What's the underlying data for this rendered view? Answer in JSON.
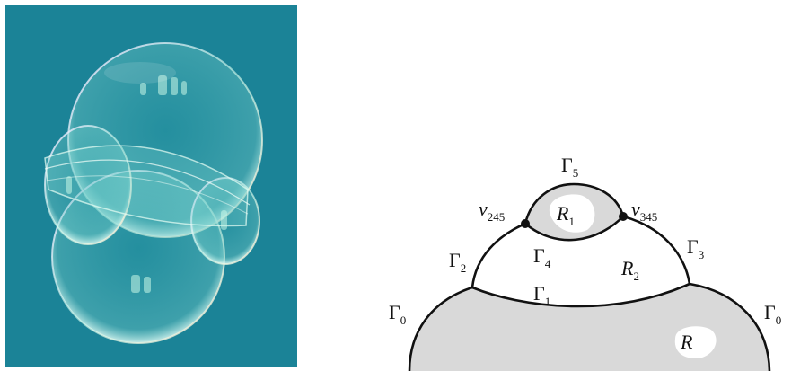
{
  "figure": {
    "photo": {
      "background_color": "#1b8397",
      "depicts": "bubble-cluster"
    },
    "diagram": {
      "colors": {
        "shaded": "#d9d9d9",
        "line": "#111111",
        "fill": "#ffffff"
      },
      "curves": {
        "g5": {
          "sym": "Γ",
          "sub": "5"
        },
        "g4": {
          "sym": "Γ",
          "sub": "4"
        },
        "g3": {
          "sym": "Γ",
          "sub": "3"
        },
        "g2": {
          "sym": "Γ",
          "sub": "2"
        },
        "g1": {
          "sym": "Γ",
          "sub": "1"
        },
        "g0_left": {
          "sym": "Γ",
          "sub": "0"
        },
        "g0_right": {
          "sym": "Γ",
          "sub": "0"
        }
      },
      "vertices": {
        "v245": {
          "sym": "v",
          "sub": "245"
        },
        "v345": {
          "sym": "v",
          "sub": "345"
        }
      },
      "regions": {
        "r1": {
          "sym": "R",
          "sub": "1"
        },
        "r2": {
          "sym": "R",
          "sub": "2"
        },
        "r": {
          "sym": "R"
        }
      }
    }
  }
}
